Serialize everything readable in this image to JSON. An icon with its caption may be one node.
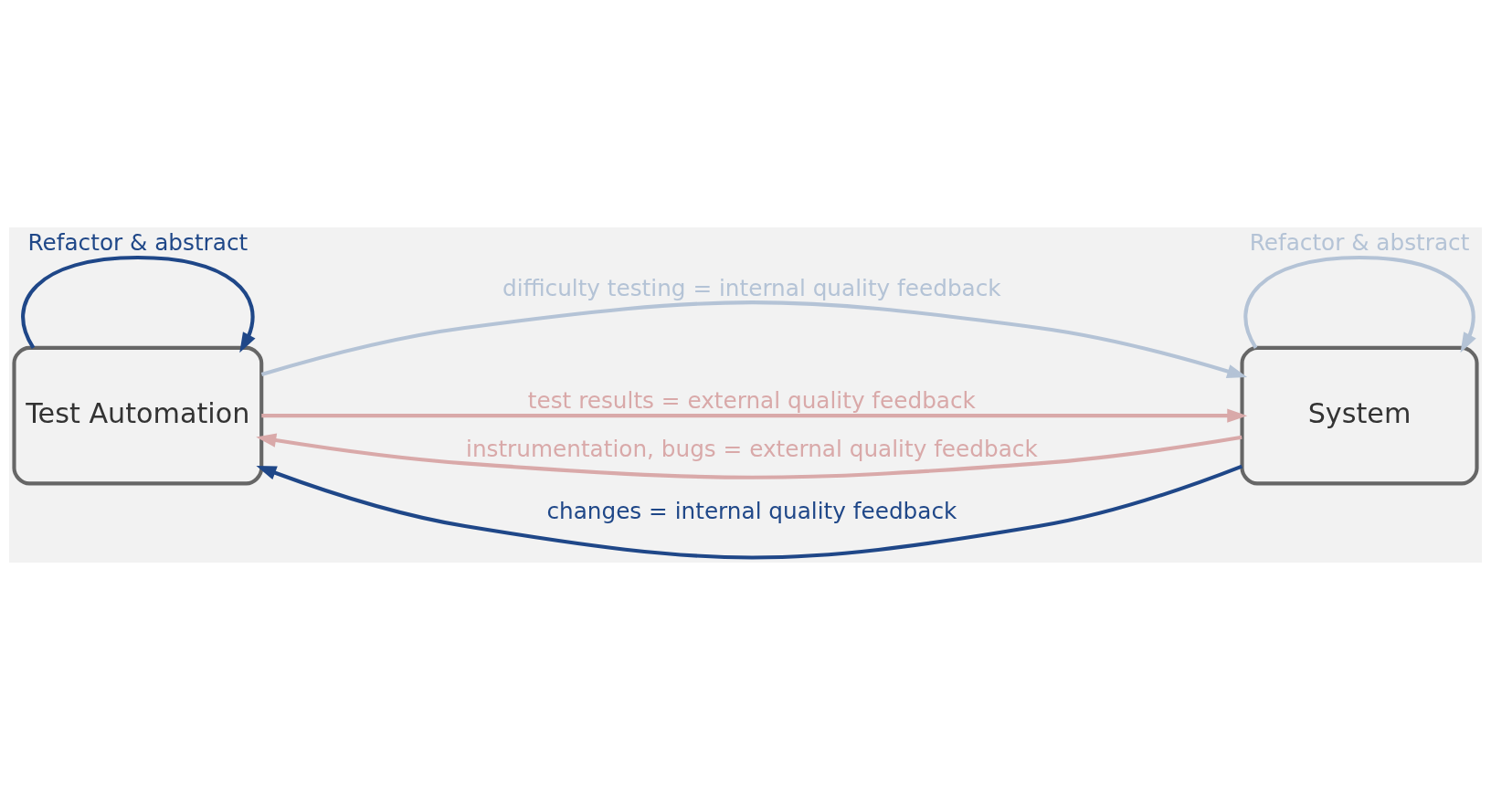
{
  "diagram": {
    "nodes": [
      {
        "text": [
          "Test Automation"
        ]
      },
      {
        "text": [
          "System"
        ]
      }
    ],
    "edges": [
      {
        "from": 0,
        "to": 0,
        "arrow": "to",
        "label": "Refactor & abstract",
        "color": "#1f4788"
      },
      {
        "from": 0,
        "to": 1,
        "arrow": "to",
        "label": "difficulty testing = internal quality feedback",
        "color": "#b4c3d6"
      },
      {
        "from": 0,
        "to": 1,
        "arrow": "to",
        "label": "test results = external quality feedback",
        "color": "#d9a9a9"
      },
      {
        "from": 1,
        "to": 1,
        "arrow": "to",
        "label": "Refactor & abstract",
        "color": "#b4c3d6"
      },
      {
        "from": 1,
        "to": 0,
        "arrow": "to",
        "label": "instrumentation, bugs = external quality feedback",
        "color": "#d9a9a9"
      },
      {
        "from": 1,
        "to": 0,
        "arrow": "to",
        "label": "changes = internal quality feedback",
        "color": "#1f4788"
      }
    ]
  }
}
